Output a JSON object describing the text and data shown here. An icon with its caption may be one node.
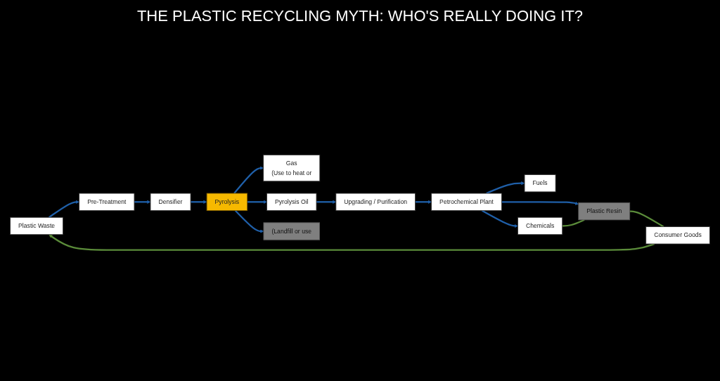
{
  "diagram": {
    "title": "THE PLASTIC RECYCLING MYTH: WHO'S REALLY DOING IT?",
    "nodes": [
      {
        "text": [
          "Plastic Waste"
        ]
      },
      {
        "text": [
          "Pre-Treatment"
        ]
      },
      {
        "text": [
          "Densifier"
        ]
      },
      {
        "text": [
          "Pyrolysis"
        ]
      },
      {
        "text": [
          "Gas",
          "(Use to heat or"
        ]
      },
      {
        "text": [
          "Pyrolysis Oil"
        ]
      },
      {
        "text": [
          "(Landfill or use"
        ]
      },
      {
        "text": [
          "Upgrading / Purification"
        ]
      },
      {
        "text": [
          "Petrochemical Plant"
        ]
      },
      {
        "text": [
          "Fuels"
        ]
      },
      {
        "text": [
          "Chemicals"
        ]
      },
      {
        "text": [
          "Plastic Resin"
        ]
      },
      {
        "text": [
          "Consumer Goods"
        ]
      }
    ],
    "edges": [
      {
        "from": 0,
        "to": 1,
        "arrow": "to"
      },
      {
        "from": 1,
        "to": 2,
        "arrow": "to"
      },
      {
        "from": 2,
        "to": 3,
        "arrow": "to"
      },
      {
        "from": 3,
        "to": 4,
        "arrow": "to"
      },
      {
        "from": 3,
        "to": 5,
        "arrow": "to"
      },
      {
        "from": 3,
        "to": 6,
        "arrow": "to"
      },
      {
        "from": 5,
        "to": 7,
        "arrow": "to"
      },
      {
        "from": 7,
        "to": 8,
        "arrow": "to"
      },
      {
        "from": 8,
        "to": 9,
        "arrow": "to"
      },
      {
        "from": 8,
        "to": 10,
        "arrow": "to"
      },
      {
        "from": 8,
        "to": 11,
        "arrow": "to"
      },
      {
        "from": 10,
        "to": 11,
        "arrow": "none",
        "color": "#5b8c3a"
      },
      {
        "from": 11,
        "to": 12,
        "arrow": "none",
        "color": "#5b8c3a"
      },
      {
        "from": 12,
        "to": 0,
        "arrow": "to",
        "color": "#5b8c3a"
      }
    ]
  }
}
